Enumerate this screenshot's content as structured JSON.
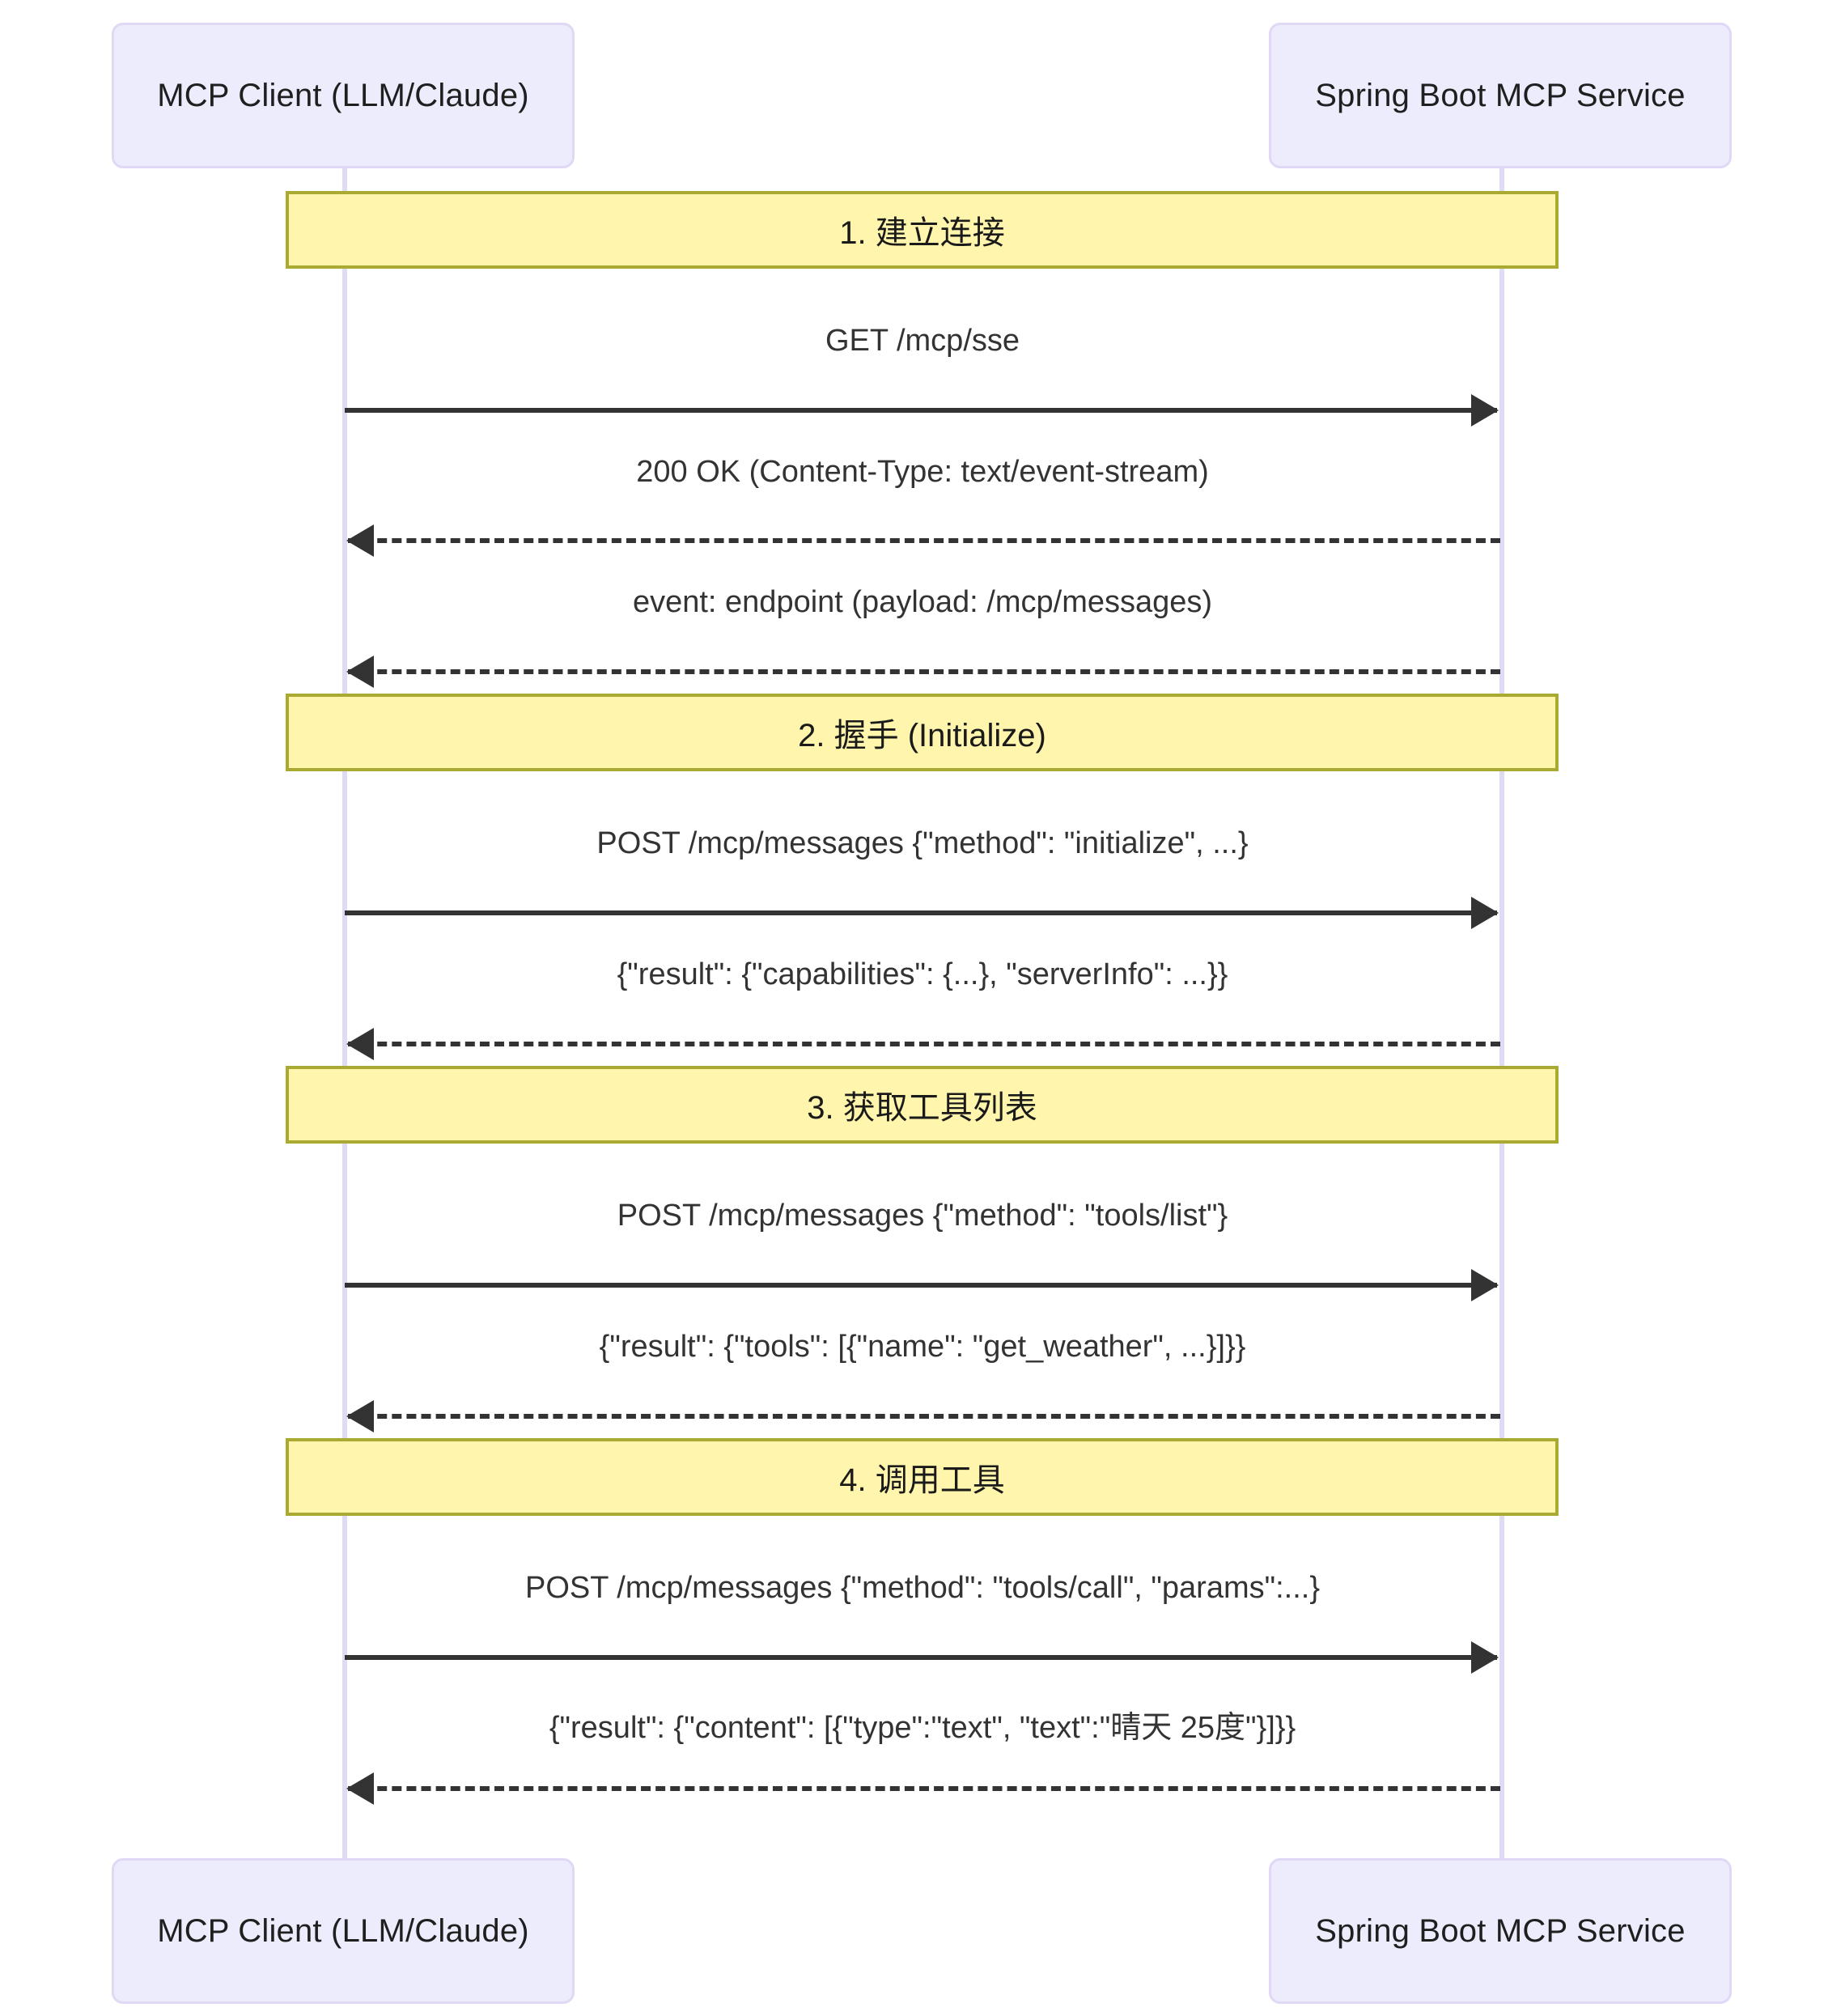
{
  "diagram": {
    "type": "sequence-diagram",
    "participants": [
      {
        "id": "client",
        "label": "MCP Client (LLM/Claude)"
      },
      {
        "id": "service",
        "label": "Spring Boot MCP Service"
      }
    ],
    "colors": {
      "participant_fill": "#ececfd",
      "participant_border": "#e0d8f5",
      "lifeline": "#e0dbf5",
      "section_fill": "#fff5ad",
      "section_border": "#aaaa33",
      "arrow": "#333333",
      "text": "#1f1f1f",
      "background": "#ffffff"
    },
    "sections": [
      {
        "title": "1. 建立连接",
        "messages": [
          {
            "label": "GET /mcp/sse",
            "direction": "right",
            "style": "solid"
          },
          {
            "label": "200 OK (Content-Type: text/event-stream)",
            "direction": "left",
            "style": "dashed"
          },
          {
            "label": "event: endpoint (payload: /mcp/messages)",
            "direction": "left",
            "style": "dashed"
          }
        ]
      },
      {
        "title": "2. 握手 (Initialize)",
        "messages": [
          {
            "label": "POST /mcp/messages {\"method\": \"initialize\", ...}",
            "direction": "right",
            "style": "solid"
          },
          {
            "label": "{\"result\": {\"capabilities\": {...}, \"serverInfo\": ...}}",
            "direction": "left",
            "style": "dashed"
          }
        ]
      },
      {
        "title": "3. 获取工具列表",
        "messages": [
          {
            "label": "POST /mcp/messages {\"method\": \"tools/list\"}",
            "direction": "right",
            "style": "solid"
          },
          {
            "label": "{\"result\": {\"tools\": [{\"name\": \"get_weather\", ...}]}}",
            "direction": "left",
            "style": "dashed"
          }
        ]
      },
      {
        "title": "4. 调用工具",
        "messages": [
          {
            "label": "POST /mcp/messages {\"method\": \"tools/call\", \"params\":...}",
            "direction": "right",
            "style": "solid"
          },
          {
            "label": "{\"result\": {\"content\": [{\"type\":\"text\", \"text\":\"晴天 25度\"}]}}",
            "direction": "left",
            "style": "dashed"
          }
        ]
      }
    ]
  }
}
